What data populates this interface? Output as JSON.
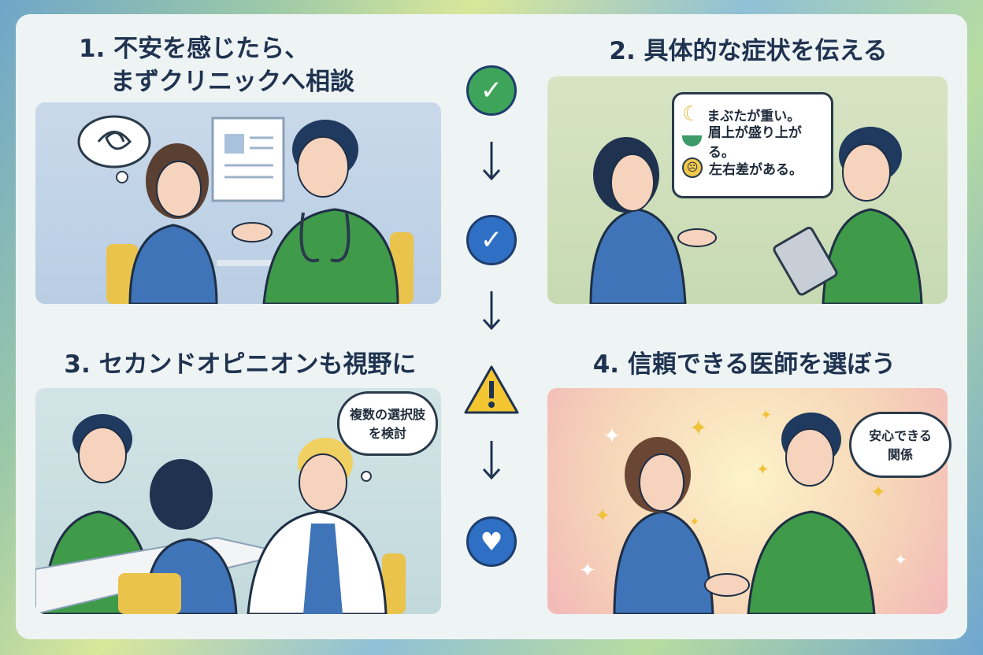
{
  "steps": [
    {
      "title_line1": "1. 不安を感じたら、",
      "title_line2": "まずクリニックへ相談"
    },
    {
      "title": "2. 具体的な症状を伝える",
      "symptoms": [
        {
          "icon": "moon-sleep-icon",
          "text": "まぶたが重い。"
        },
        {
          "icon": "bowl-icon",
          "text": "眉上が盛り上がる。"
        },
        {
          "icon": "sad-face-icon",
          "text": "左右差がある。"
        }
      ]
    },
    {
      "title": "3. セカンドオピニオンも視野に",
      "bubble_line1": "複数の選択肢",
      "bubble_line2": "を検討"
    },
    {
      "title": "4. 信頼できる医師を選ぼう",
      "bubble_line1": "安心できる",
      "bubble_line2": "関係"
    }
  ],
  "timeline_icons": [
    "check-green-icon",
    "arrow-down-icon",
    "check-blue-icon",
    "arrow-down-icon",
    "warning-icon",
    "arrow-down-icon",
    "heart-icon"
  ],
  "colors": {
    "green": "#3ea45a",
    "blue": "#2f6fc4",
    "warning": "#f3c531",
    "navy": "#1f3350",
    "doctor": "#3f9a4a",
    "patient": "#3f74b8"
  }
}
